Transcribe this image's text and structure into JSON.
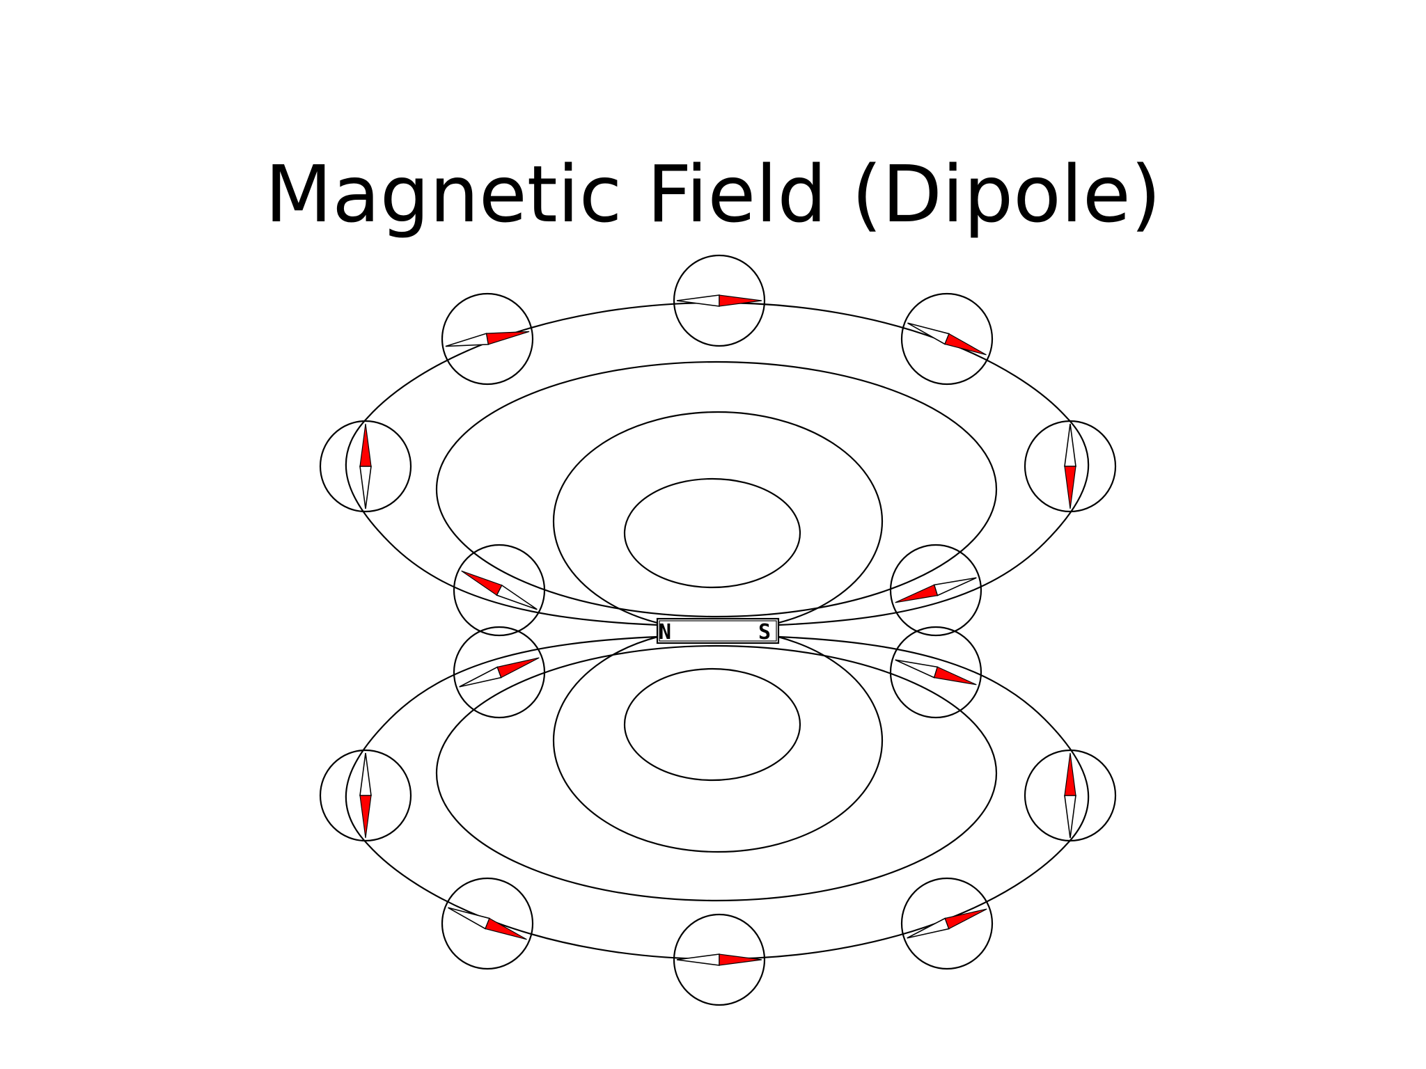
{
  "title": "Magnetic Field (Dipole)",
  "magnet": {
    "north_label": "N",
    "south_label": "S"
  },
  "colors": {
    "needle_north": "#ff0000",
    "needle_south": "#ffffff",
    "lines": "#000000"
  },
  "compasses": [
    {
      "id": "top-1",
      "pointing_deg": -10
    },
    {
      "id": "top-2",
      "pointing_deg": 0
    },
    {
      "id": "top-3",
      "pointing_deg": 22
    },
    {
      "id": "upper-left",
      "pointing_deg": -90
    },
    {
      "id": "upper-right",
      "pointing_deg": 90
    },
    {
      "id": "inner-upper-left",
      "pointing_deg": -153
    },
    {
      "id": "inner-upper-right",
      "pointing_deg": 163
    },
    {
      "id": "inner-lower-left",
      "pointing_deg": -20
    },
    {
      "id": "inner-lower-right",
      "pointing_deg": 17
    },
    {
      "id": "lower-left",
      "pointing_deg": 90
    },
    {
      "id": "lower-right",
      "pointing_deg": -90
    },
    {
      "id": "bottom-1",
      "pointing_deg": 22
    },
    {
      "id": "bottom-2",
      "pointing_deg": 0
    },
    {
      "id": "bottom-3",
      "pointing_deg": -20
    }
  ]
}
